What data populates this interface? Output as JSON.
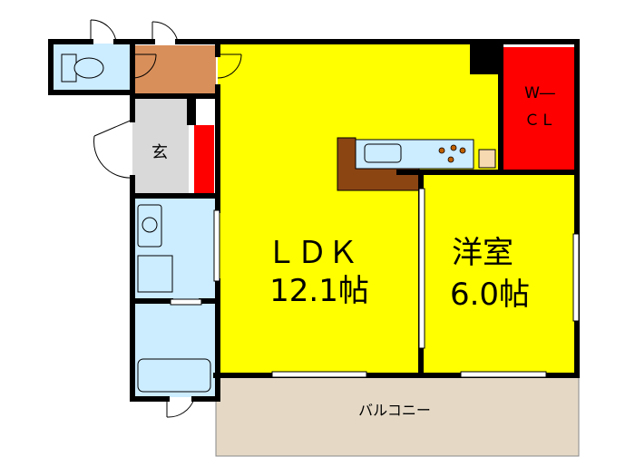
{
  "rooms": {
    "ldk": {
      "name": "ＬＤＫ",
      "size": "12.1帖"
    },
    "western": {
      "name": "洋室",
      "size": "6.0帖"
    },
    "wcl": {
      "line1": "W―",
      "line2": "ＣＬ"
    },
    "entrance": {
      "name": "玄"
    },
    "balcony": {
      "name": "バルコニー"
    }
  },
  "colors": {
    "yellow": "#ffff00",
    "red": "#ff0000",
    "light_blue": "#ccecff",
    "grey": "#d9d9d9",
    "brown_floor": "#d98f5a",
    "balcony": "#e5d9c6",
    "kitchen_counter": "#8b4513",
    "wall": "#000000"
  },
  "icons": [
    "toilet-icon",
    "washbasin-icon",
    "washing-machine-icon",
    "bathtub-icon",
    "sink-icon",
    "stove-icon",
    "fridge-icon"
  ]
}
